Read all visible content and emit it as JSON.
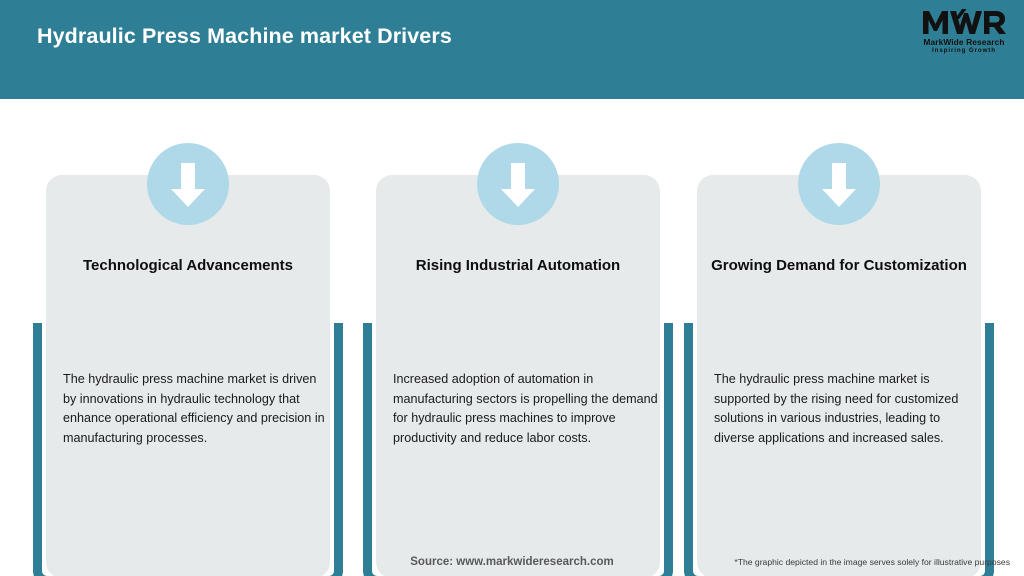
{
  "header": {
    "title": "Hydraulic Press Machine market Drivers",
    "background_color": "#2E7F96",
    "title_color": "#FFFFFF"
  },
  "logo": {
    "mark": "MWR",
    "name": "MarkWide Research",
    "tagline": "Inspiring Growth"
  },
  "theme": {
    "accent_color": "#2E7F96",
    "card_background": "#E6EAEB",
    "icon_circle_color": "#AFD8E8",
    "arrow_color": "#FFFFFF"
  },
  "cards": [
    {
      "icon": "arrow-down-icon",
      "title": "Technological Advancements",
      "body": "The hydraulic press machine market is driven by innovations in hydraulic technology that enhance operational efficiency and precision in manufacturing processes."
    },
    {
      "icon": "arrow-down-icon",
      "title": "Rising Industrial Automation",
      "body": "Increased adoption of automation in manufacturing sectors is propelling the demand for hydraulic press machines to improve productivity and reduce labor costs."
    },
    {
      "icon": "arrow-down-icon",
      "title": "Growing Demand for Customization",
      "body": "The hydraulic press machine market is supported by the rising need for customized solutions in various industries, leading to diverse applications and increased sales."
    }
  ],
  "footer": {
    "source": "Source: www.markwideresearch.com",
    "disclaimer": "*The graphic depicted in the image serves solely for illustrative purposes"
  }
}
